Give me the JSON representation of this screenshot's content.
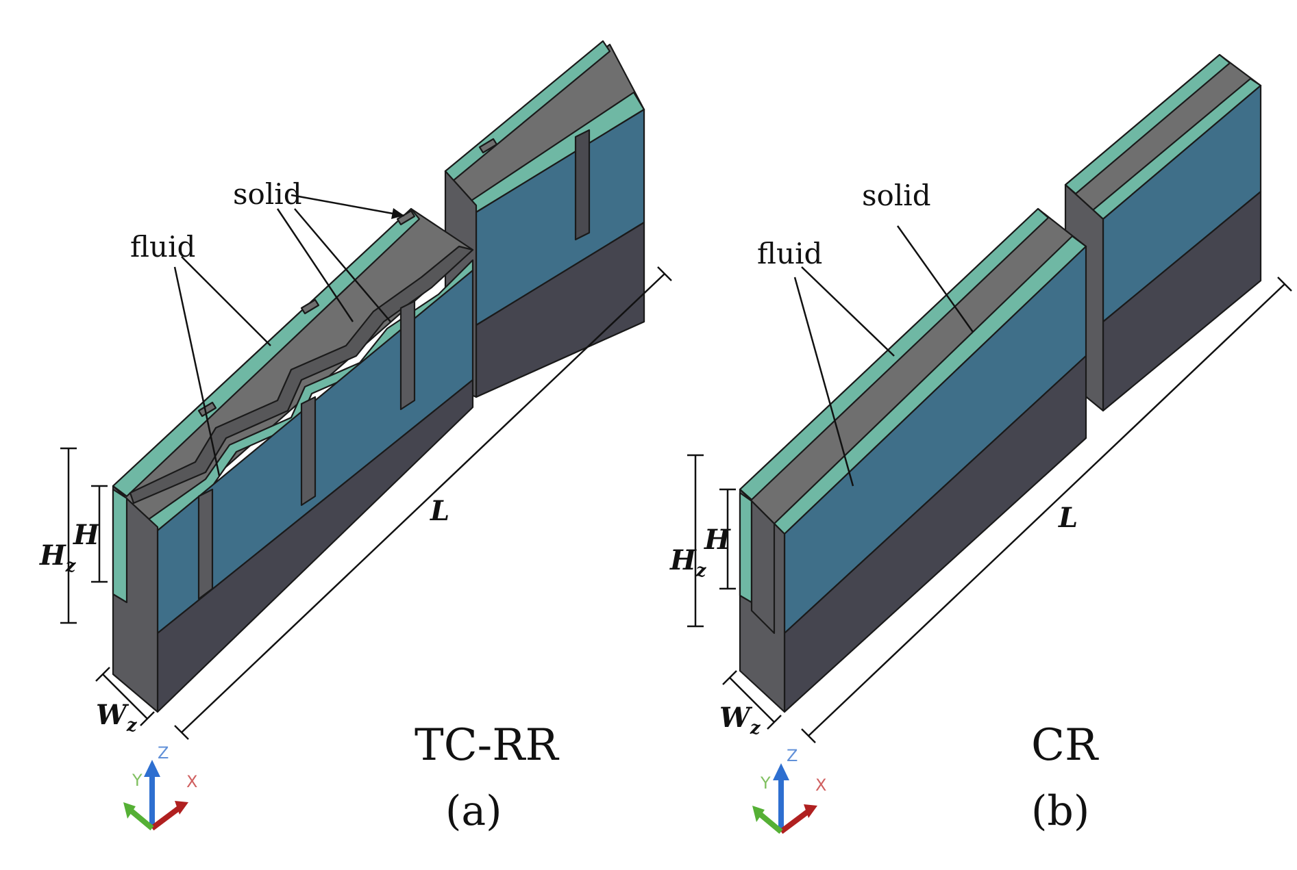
{
  "panels": [
    {
      "id": "a",
      "name": "TC-RR",
      "subcaption": "(a)",
      "label_fluid": "fluid",
      "label_solid": "solid",
      "dim_L": "L",
      "dim_H": "H",
      "dim_Hz_main": "H",
      "dim_Hz_sub": "z",
      "dim_Wz_main": "W",
      "dim_Wz_sub": "z"
    },
    {
      "id": "b",
      "name": "CR",
      "subcaption": "(b)",
      "label_fluid": "fluid",
      "label_solid": "solid",
      "dim_L": "L",
      "dim_H": "H",
      "dim_Hz_main": "H",
      "dim_Hz_sub": "z",
      "dim_Wz_main": "W",
      "dim_Wz_sub": "z"
    }
  ],
  "axes": {
    "x": "X",
    "y": "Y",
    "z": "Z"
  },
  "colors": {
    "fluid_top": "#6fb8a4",
    "fluid_side": "#3f6f89",
    "solid_top": "#6f6f6f",
    "solid_side": "#4a4a50",
    "base_front": "#45454f",
    "base_top": "#5a5a5e",
    "axis_x": "#b02020",
    "axis_y": "#55b035",
    "axis_z": "#2e6fd0"
  }
}
